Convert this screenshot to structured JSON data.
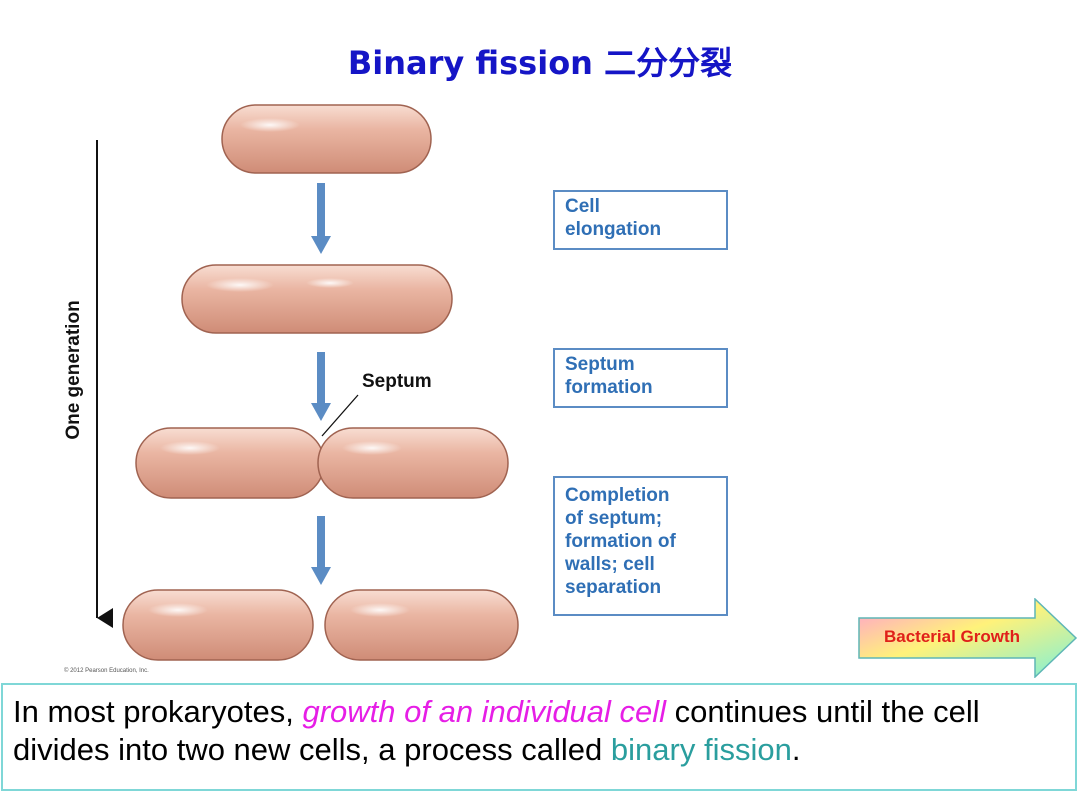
{
  "title": "Binary fission 二分分裂",
  "diagram": {
    "generation_label": "One generation",
    "septum_label": "Septum",
    "steps": [
      {
        "line1": "Cell",
        "line2": "elongation"
      },
      {
        "line1": "Septum",
        "line2": "formation"
      },
      {
        "lines": [
          "Completion",
          "of septum;",
          "formation of",
          "walls; cell",
          "separation"
        ]
      }
    ],
    "copyright": "© 2012 Pearson Education, Inc."
  },
  "button": {
    "label": "Bacterial Growth"
  },
  "caption": {
    "part1": "In most prokaryotes, ",
    "highlight1": "growth of an individual cell",
    "part2": " continues until the cell divides into two new cells, a process called ",
    "highlight2": "binary fission",
    "part3": "."
  },
  "colors": {
    "title": "#1515c6",
    "box_border": "#5b8cc4",
    "box_text": "#2f6fb5",
    "arrow": "#5b8cc4",
    "cell": "#e2a793",
    "highlight_pink": "#e61ee6",
    "highlight_teal": "#2a9e9e",
    "button_text": "#e0201a"
  }
}
